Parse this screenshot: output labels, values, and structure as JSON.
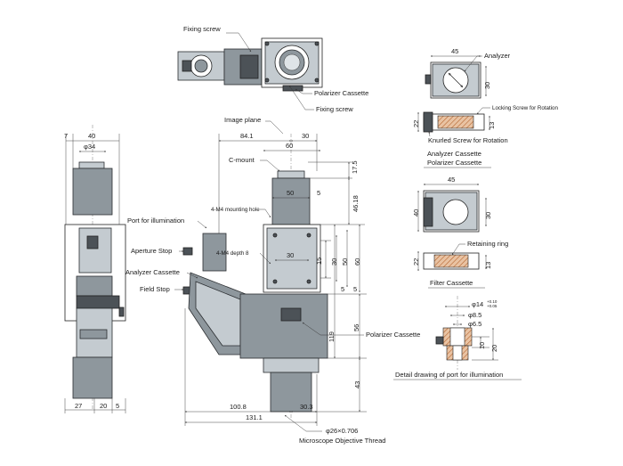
{
  "colors": {
    "metal": "#8e979d",
    "metal_dark": "#4c5257",
    "metal_light": "#c4cbd0",
    "line": "#333333",
    "hatch": "#c47b4a"
  },
  "top_view": {
    "fixing_screw_top": "Fixing screw",
    "polarizer_cassette": "Polarizer Cassette",
    "fixing_screw_bottom": "Fixing screw"
  },
  "side_view": {
    "dims": {
      "d7": "7",
      "d40": "40",
      "d34": "φ34",
      "d27": "27",
      "d20": "20",
      "d5": "5"
    }
  },
  "front_view": {
    "image_plane": "Image plane",
    "c_mount": "C-mount",
    "m4_mounting_hole": "4-M4 mounting hole",
    "m4_depth": "4-M4 depth 8",
    "port_for_illumination": "Port for illumination",
    "aperture_stop": "Aperture Stop",
    "analyzer_cassette": "Analyzer Cassette",
    "field_stop": "Field Stop",
    "polarizer_cassette": "Polarizer Cassette",
    "objective_thread_size": "φ26×0.706",
    "objective_thread": "Microscope Objective Thread",
    "dims": {
      "d84_1": "84.1",
      "d30_top": "30",
      "d60_top": "60",
      "d17_5": "17.5",
      "d50": "50",
      "d5_a": "5",
      "d46_18": "46.18",
      "d30_mid": "30",
      "d15": "15",
      "d30_v": "30",
      "d50_v": "50",
      "d60_v": "60",
      "d5_b": "5",
      "d5_c": "5",
      "d56": "56",
      "d119": "119",
      "d43": "43",
      "d100_8": "100.8",
      "d30_3": "30.3",
      "d131_1": "131.1"
    }
  },
  "analyzer": {
    "label": "Analyzer",
    "locking_screw": "Locking Screw for Rotation",
    "knurled_screw": "Knurled Screw for Rotation",
    "caption_1": "Analyzer Cassette",
    "caption_2": "Polarizer Cassette",
    "dims": {
      "d45": "45",
      "d30": "30",
      "d22": "22",
      "d13": "13"
    }
  },
  "filter": {
    "retaining_ring": "Retaining ring",
    "caption": "Filter Cassette",
    "dims": {
      "d45": "45",
      "d40": "40",
      "d30": "30",
      "d22": "22",
      "d13": "13"
    }
  },
  "port_detail": {
    "d14": "φ14",
    "tol_plus": "+0.10",
    "tol_minus": "+0.05",
    "d8_5": "φ8.5",
    "d6_5": "φ6.5",
    "d10": "10",
    "d20": "20",
    "caption": "Detail drawing of port for illumination"
  }
}
